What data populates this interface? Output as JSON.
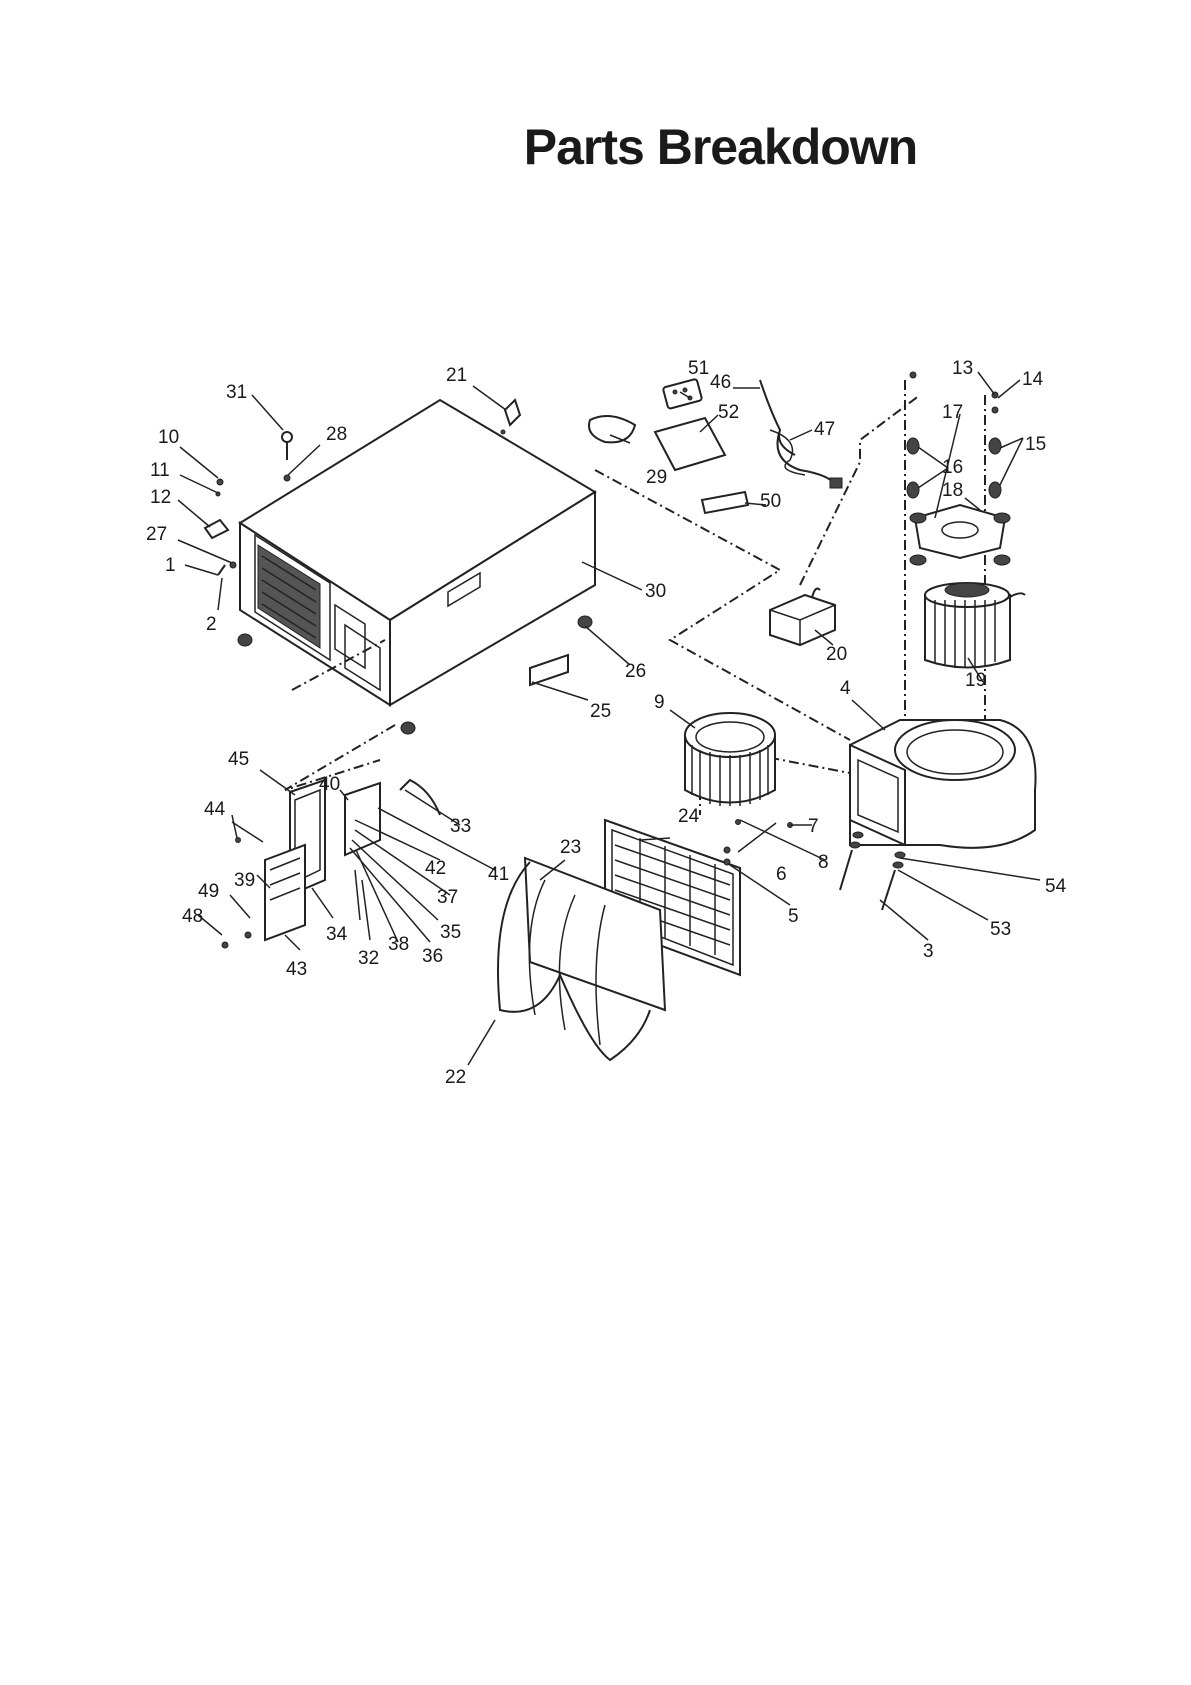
{
  "page": {
    "title": "Parts Breakdown"
  },
  "diagram": {
    "labels": [
      "1",
      "2",
      "3",
      "4",
      "5",
      "6",
      "7",
      "8",
      "9",
      "10",
      "11",
      "12",
      "13",
      "14",
      "15",
      "16",
      "17",
      "18",
      "19",
      "20",
      "21",
      "22",
      "23",
      "24",
      "25",
      "26",
      "27",
      "28",
      "29",
      "30",
      "31",
      "32",
      "33",
      "34",
      "35",
      "36",
      "37",
      "38",
      "39",
      "40",
      "41",
      "42",
      "43",
      "44",
      "45",
      "46",
      "47",
      "48",
      "49",
      "50",
      "51",
      "52",
      "53",
      "54"
    ]
  }
}
